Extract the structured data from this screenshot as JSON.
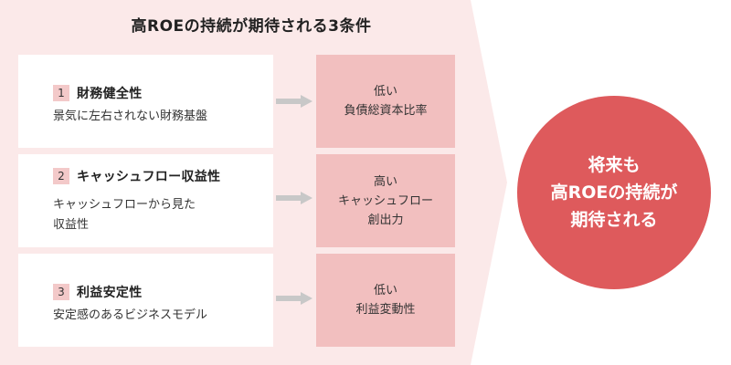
{
  "title": "高ROEの持続が期待される3条件",
  "conditions": [
    {
      "number": "1",
      "title": "財務健全性",
      "description": [
        "景気に左右されない財務基盤"
      ],
      "result": [
        "低い",
        "負債総資本比率"
      ]
    },
    {
      "number": "2",
      "title": "キャッシュフロー収益性",
      "description": [
        "キャッシュフローから見た",
        "収益性"
      ],
      "result": [
        "高い",
        "キャッシュフロー",
        "創出力"
      ]
    },
    {
      "number": "3",
      "title": "利益安定性",
      "description": [
        "安定感のあるビジネスモデル"
      ],
      "result": [
        "低い",
        "利益変動性"
      ]
    }
  ],
  "outcome": [
    "将来も",
    "高ROEの持続が",
    "期待される"
  ],
  "colors": {
    "background_band": "#fbe9e9",
    "number_badge": "#f3c9c9",
    "result_box": "#f2bfbf",
    "arrow": "#c8c8c8",
    "outcome_circle": "#de5a5c"
  }
}
